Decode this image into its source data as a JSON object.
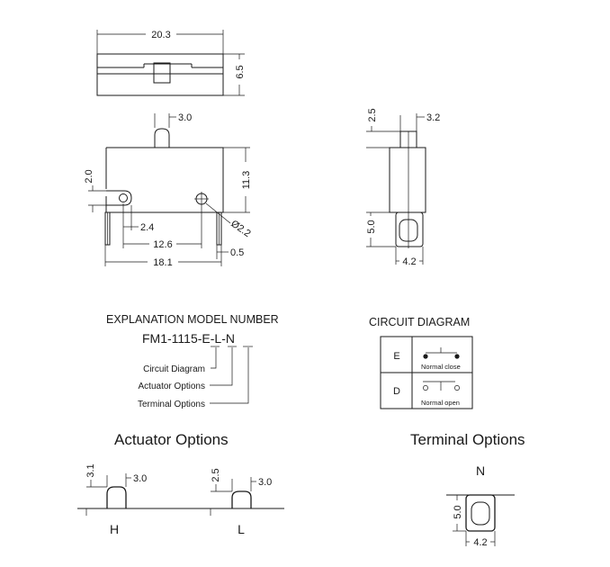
{
  "top_view": {
    "width_label": "20.3",
    "height_label": "6.5"
  },
  "front_view": {
    "plunger_width_label": "3.0",
    "plunger_height_label": "2.0",
    "height_label": "11.3",
    "hole_label": "Ø2.2",
    "hole_offset_label": "2.4",
    "hole_spacing_label": "12.6",
    "overall_label": "18.1",
    "terminal_label": "0.5"
  },
  "side_view": {
    "plunger_height_label": "2.5",
    "plunger_width_label": "3.2",
    "terminal_height_label": "5.0",
    "terminal_width_label": "4.2"
  },
  "model": {
    "heading": "EXPLANATION MODEL NUMBER",
    "prefix": "FM1-1115-",
    "code_e": "E",
    "code_l": "L",
    "code_n": "N",
    "sep": "-",
    "legend_circuit": "Circuit Diagram",
    "legend_actuator": "Actuator Options",
    "legend_terminal": "Terminal Options"
  },
  "circuit": {
    "heading": "CIRCUIT DIAGRAM",
    "row_e_code": "E",
    "row_e_caption": "Normal close",
    "row_d_code": "D",
    "row_d_caption": "Normal open"
  },
  "actuator_options": {
    "heading": "Actuator Options",
    "h_height_label": "3.1",
    "h_width_label": "3.0",
    "h_label": "H",
    "l_height_label": "2.5",
    "l_width_label": "3.0",
    "l_label": "L"
  },
  "terminal_options": {
    "heading": "Terminal Options",
    "n_label": "N",
    "height_label": "5.0",
    "width_label": "4.2"
  }
}
